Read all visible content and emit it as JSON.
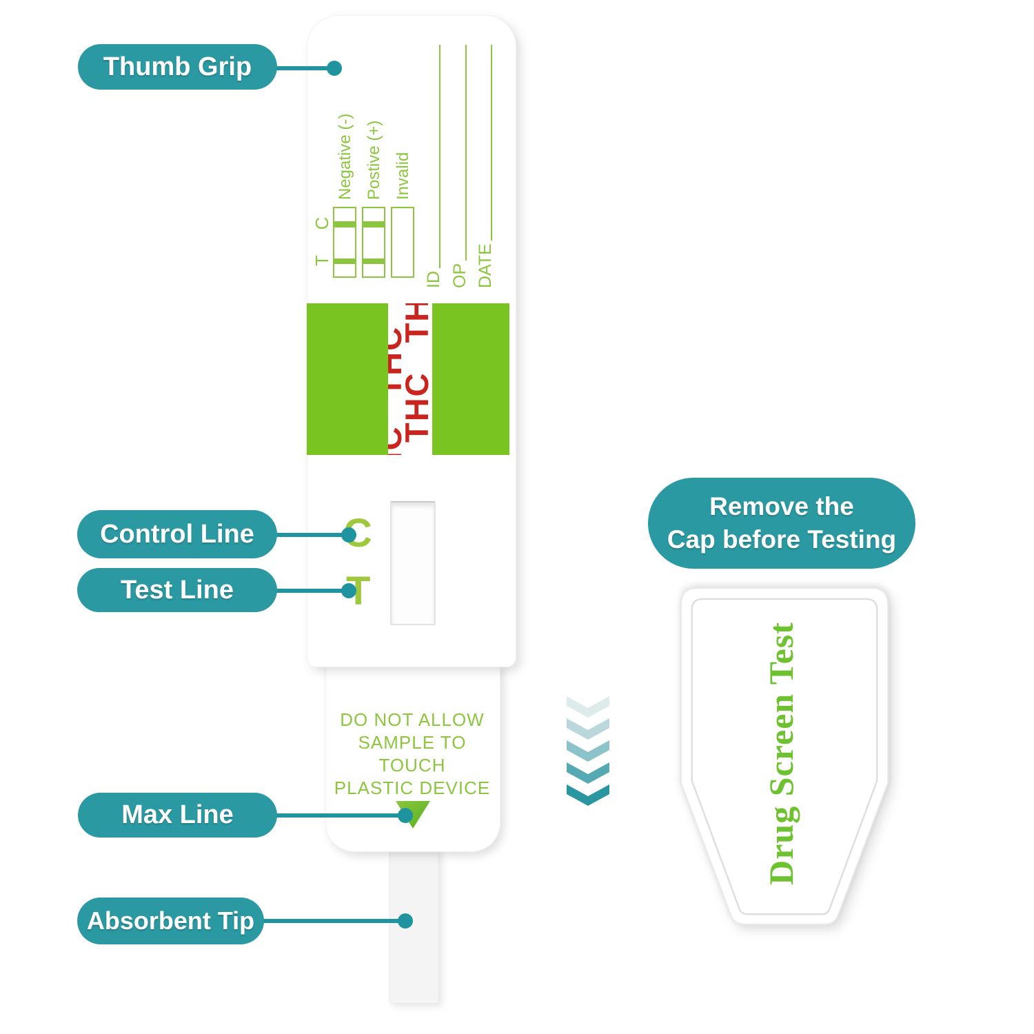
{
  "colors": {
    "teal": "#2B99A2",
    "connector_teal": "#1F949F",
    "device_green": "#8CC63F",
    "band_green": "#7AC421",
    "marker_green": "#9FC83C",
    "thc_red": "#C9241E",
    "cap_text_green": "#6EC230",
    "triangle_light": "#8CC63F",
    "triangle_dark": "#55B01E",
    "chevrons": [
      "#DDEBEC",
      "#BAD8DC",
      "#8CC2C9",
      "#55A9B3",
      "#2A96A0"
    ]
  },
  "callouts": {
    "thumb_grip": "Thumb Grip",
    "control_line": "Control Line",
    "test_line": "Test Line",
    "max_line": "Max Line",
    "absorbent_tip": "Absorbent Tip",
    "remove_cap": {
      "line1": "Remove the",
      "line2": "Cap before Testing"
    }
  },
  "device": {
    "interpretation": {
      "header_t": "T",
      "header_c": "C",
      "rows": [
        {
          "label": "Negative (-)",
          "t_line": true,
          "c_line": true
        },
        {
          "label": "Postive (+)",
          "t_line": true,
          "c_line": true
        },
        {
          "label": "Invalid",
          "t_line": false,
          "c_line": false
        }
      ],
      "fields": [
        {
          "label": "ID"
        },
        {
          "label": "OP"
        },
        {
          "label": "DATE"
        }
      ]
    },
    "band": {
      "drug": "THC"
    },
    "window": {
      "control": "C",
      "test": "T"
    },
    "warning_lines": [
      "DO NOT ALLOW",
      "SAMPLE TO TOUCH",
      "PLASTIC DEVICE"
    ]
  },
  "cap": {
    "label": "Drug Screen Test"
  }
}
